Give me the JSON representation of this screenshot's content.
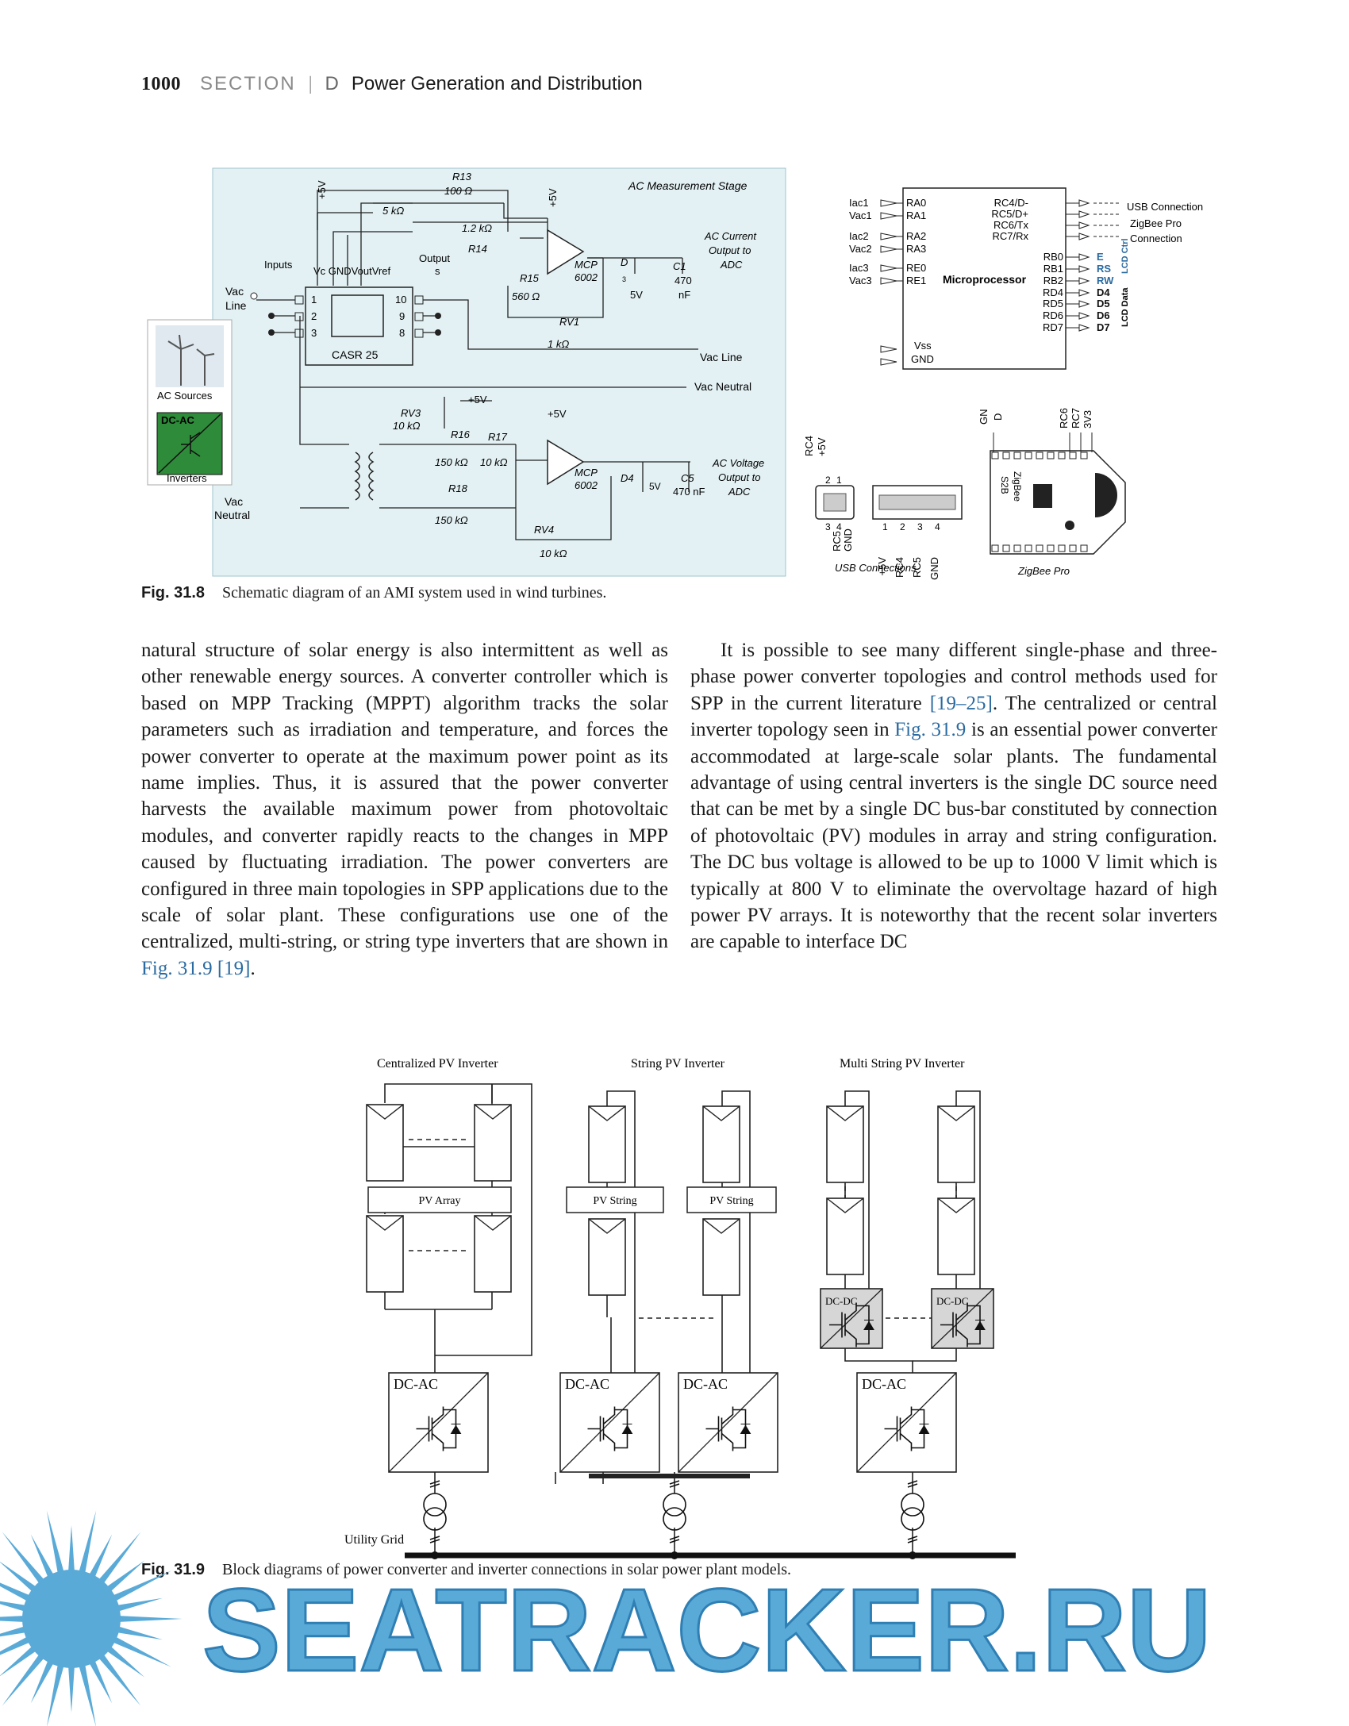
{
  "header": {
    "page_number": "1000",
    "section_word": "SECTION",
    "section_letter": "D",
    "section_title": "Power Generation and Distribution"
  },
  "fig_31_8": {
    "label": "Fig. 31.8",
    "caption": "Schematic diagram of an AMI system used in wind turbines.",
    "stage_title": "AC Measurement Stage",
    "labels": {
      "r13": "R13",
      "r13_val": "100 Ω",
      "plus5v": "+5V",
      "r5k": "5 kΩ",
      "r12k": "1.2 kΩ",
      "r14": "R14",
      "inputs": "Inputs",
      "output": "Output",
      "output_s": "s",
      "pins": "Vc GNDVoutVref",
      "r15": "R15",
      "r15_val": "560 Ω",
      "mcp": "MCP",
      "mcp_num": "6002",
      "d": "D",
      "d3": "3",
      "c1": "C1",
      "c1_val": "470",
      "c1_unit": "nF",
      "v5": "5V",
      "rv1": "RV1",
      "rv1_val": "1 kΩ",
      "ac_current_1": "AC Current",
      "ac_current_2": "Output to",
      "ac_current_3": "ADC",
      "vac_line_1": "Vac",
      "vac_line_2": "Line",
      "casr": "CASR 25",
      "vac_line_out": "Vac Line",
      "vac_neutral_out": "Vac Neutral",
      "ac_sources": "AC Sources",
      "inverters": "Inverters",
      "dc_ac": "DC-AC",
      "rv3": "RV3",
      "rv3_val": "10 kΩ",
      "r16": "R16",
      "r16_val": "150 kΩ",
      "r17": "R17",
      "r17_val": "10 kΩ",
      "d4": "D4",
      "c5": "C5",
      "c5_val": "470 nF",
      "ac_voltage_1": "AC Voltage",
      "ac_voltage_2": "Output to",
      "ac_voltage_3": "ADC",
      "vac_neutral_1": "Vac",
      "vac_neutral_2": "Neutral",
      "r18": "R18",
      "r18_val": "150 kΩ",
      "rv4": "RV4",
      "rv4_val": "10 kΩ"
    },
    "micro": {
      "title": "Microprocessor",
      "left_ext": [
        "Iac1",
        "Vac1",
        "Iac2",
        "Vac2",
        "Iac3",
        "Vac3"
      ],
      "left_pins": [
        "RA0",
        "RA1",
        "RA2",
        "RA3",
        "RE0",
        "RE1"
      ],
      "right_pins_top": [
        "RC4/D-",
        "RC5/D+",
        "RC6/Tx",
        "RC7/Rx"
      ],
      "right_pins_bottom": [
        "RB0",
        "RB1",
        "RB2",
        "RD4",
        "RD5",
        "RD6",
        "RD7"
      ],
      "bus": [
        "E",
        "RS",
        "RW",
        "D4",
        "D5",
        "D6",
        "D7"
      ],
      "lcd_ctrl": "LCD Ctrl",
      "lcd_data": "LCD Data",
      "usb_conn": "USB Connection",
      "zigbee_pro": "ZigBee Pro",
      "connection": "Connection",
      "vss": "Vss",
      "gnd": "GND"
    },
    "usb": {
      "caption": "USB Connections",
      "b_top": [
        "RC4",
        "+5V"
      ],
      "b_pins": [
        "2",
        "1",
        "3",
        "4"
      ],
      "b_bottom": [
        "RC5",
        "GND"
      ],
      "a_pins": [
        "1",
        "2",
        "3",
        "4"
      ],
      "a_labels": [
        "+5V",
        "RC4",
        "RC5",
        "GND"
      ]
    },
    "zigbee": {
      "caption": "ZigBee Pro",
      "top_labels": [
        "GN",
        "D",
        "RC6",
        "RC7",
        "3V3"
      ],
      "module_text": [
        "ZigBee",
        "S2B"
      ]
    }
  },
  "body": {
    "left_col": [
      {
        "t": "natural structure of solar energy is also intermittent as well as other renewable energy sources. A converter controller which is based on MPP Tracking (MPPT) algorithm tracks the solar parameters such as irradiation and temperature, and forces the power converter to operate at the maximum power point as its name implies. Thus, it is assured that the power converter harvests the available maximum power from photovoltaic modules, and converter rapidly reacts to the changes in MPP caused by fluctuating irradiation. The power converters are configured in three main topologies in SPP applications due to the scale of solar plant. These configurations use one of the centralized, multi-string, or string type inverters that are shown in "
      },
      {
        "link": "Fig. 31.9"
      },
      {
        "t": " "
      },
      {
        "link": "[19]"
      },
      {
        "t": "."
      }
    ],
    "right_col": [
      {
        "t": "It is possible to see many different single-phase and three-phase power converter topologies and control methods used for SPP in the current literature "
      },
      {
        "link": "[19–25]"
      },
      {
        "t": ". The centralized or central inverter topology seen in "
      },
      {
        "link": "Fig. 31.9"
      },
      {
        "t": " is an essential power converter accommodated at large-scale solar plants. The fundamental advantage of using central inverters is the single DC source need that can be met by a single DC bus-bar constituted by connection of photovoltaic (PV) modules in array and string configuration. The DC bus voltage is allowed to be up to 1000 V limit which is typically at 800 V to eliminate the overvoltage hazard of high power PV arrays. It is noteworthy that the recent solar inverters are capable to interface DC"
      }
    ]
  },
  "fig_31_9": {
    "label": "Fig. 31.9",
    "caption": "Block diagrams of power converter and inverter connections in solar power plant models.",
    "titles": [
      "Centralized PV Inverter",
      "String PV Inverter",
      "Multi String PV Inverter"
    ],
    "pv_array": "PV Array",
    "pv_string": "PV String",
    "dc_ac": "DC-AC",
    "dc_dc": "DC-DC",
    "utility_grid": "Utility Grid"
  },
  "watermark": {
    "text": "SEATRACKER.RU",
    "color": "#5aaad8"
  },
  "colors": {
    "schematic_bg": "#e3f1f4",
    "link": "#2a6aa0"
  }
}
